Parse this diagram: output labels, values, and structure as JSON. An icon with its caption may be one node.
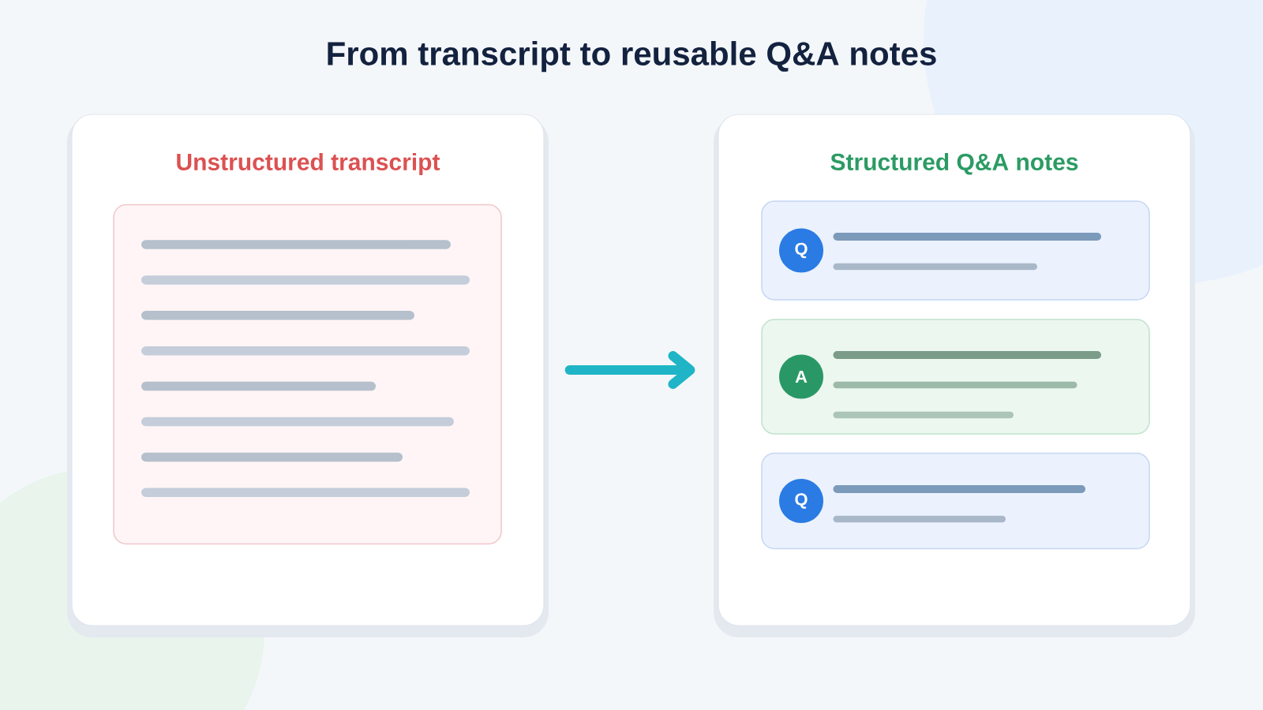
{
  "diagram": {
    "title": "From transcript to reusable Q&A notes",
    "nodes": [
      {
        "text": [
          "Unstructured transcript"
        ]
      },
      {
        "text": [],
        "shape": "box",
        "in": 0
      },
      {
        "text": [
          "Structured Q&A notes"
        ]
      },
      {
        "text": [],
        "shape": "box",
        "in": 2
      },
      {
        "text": [
          "Q"
        ],
        "in": 3
      },
      {
        "text": [],
        "shape": "box",
        "in": 2
      },
      {
        "text": [
          "A"
        ],
        "in": 5
      },
      {
        "text": [],
        "shape": "box",
        "in": 2
      },
      {
        "text": [
          "Q"
        ],
        "in": 7
      }
    ],
    "edges": [
      {
        "from": 0,
        "to": 2,
        "arrow": "to"
      }
    ]
  }
}
